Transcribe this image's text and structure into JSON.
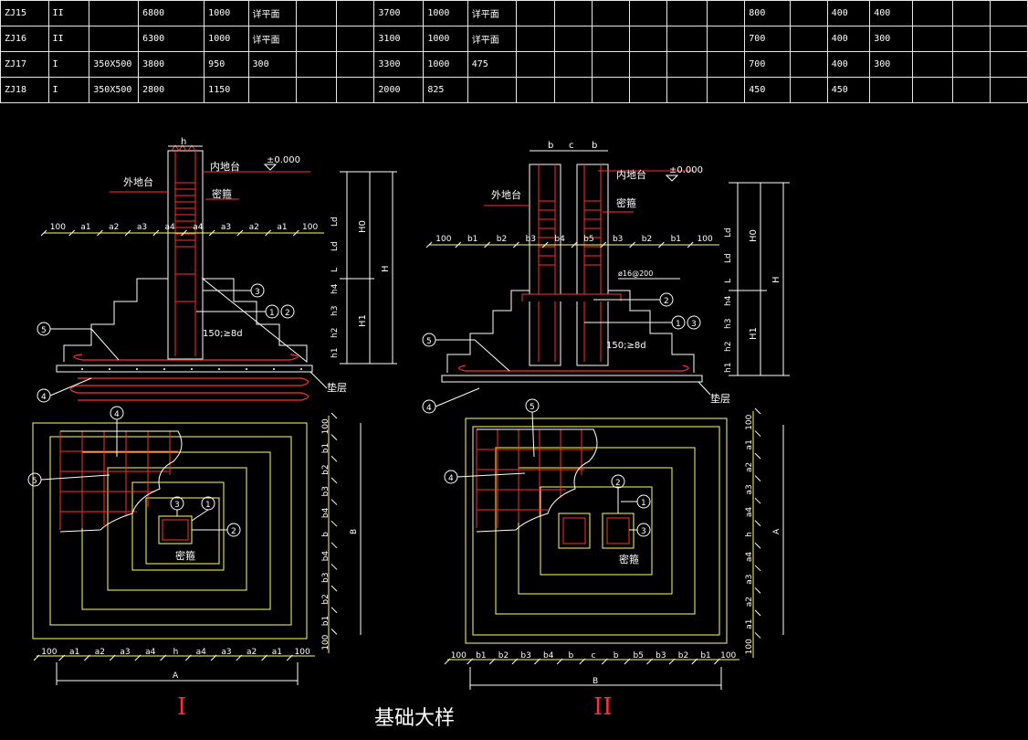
{
  "table": {
    "rows": [
      [
        "ZJ15",
        "II",
        "",
        "6800",
        "1000",
        "详平面",
        "",
        "",
        "3700",
        "1000",
        "详平面",
        "",
        "",
        "",
        "",
        "",
        "",
        "800",
        "",
        "400",
        "400",
        "",
        "",
        ""
      ],
      [
        "ZJ16",
        "II",
        "",
        "6300",
        "1000",
        "详平面",
        "",
        "",
        "3100",
        "1000",
        "详平面",
        "",
        "",
        "",
        "",
        "",
        "",
        "700",
        "",
        "400",
        "300",
        "",
        "",
        ""
      ],
      [
        "ZJ17",
        "I",
        "350X500",
        "3800",
        "950",
        "300",
        "",
        "",
        "3300",
        "1000",
        "475",
        "",
        "",
        "",
        "",
        "",
        "",
        "700",
        "",
        "400",
        "300",
        "",
        "",
        ""
      ],
      [
        "ZJ18",
        "I",
        "350X500",
        "2800",
        "1150",
        "",
        "",
        "",
        "2000",
        "825",
        "",
        "",
        "",
        "",
        "",
        "",
        "",
        "450",
        "",
        "450",
        "",
        "",
        "",
        ""
      ]
    ]
  },
  "labels": {
    "inner_floor": "内地台",
    "outer_floor": "外地台",
    "level": "±0.000",
    "stirrup_dense": "密箍",
    "cushion": "垫层",
    "anchor": "150;≥8d",
    "rebar_spec": "ø16@200",
    "title": "基础大样"
  },
  "detail_i": {
    "roman": "I",
    "h": "h",
    "dim_a": "A",
    "dim_b": "B",
    "top_dims": [
      "100",
      "a1",
      "a2",
      "a3",
      "a4",
      "a4",
      "a3",
      "a2",
      "a1",
      "100"
    ],
    "bottom_dims": [
      "100",
      "a1",
      "a2",
      "a3",
      "a4",
      "h",
      "a4",
      "a3",
      "a2",
      "a1",
      "100"
    ],
    "right_dims": [
      "100",
      "b1",
      "b2",
      "b3",
      "b4",
      "b",
      "b4",
      "b3",
      "b2",
      "b1",
      "100"
    ],
    "vert_dims": [
      "Ld",
      "Ld",
      "L",
      "h4",
      "h3",
      "h2",
      "h1"
    ],
    "H": "H",
    "H0": "H0",
    "H1": "H1",
    "callouts": [
      "1",
      "2",
      "3",
      "4",
      "5"
    ]
  },
  "detail_ii": {
    "roman": "II",
    "dim_a": "A",
    "dim_b": "B",
    "top_labels": [
      "b",
      "c",
      "b"
    ],
    "top_dims": [
      "100",
      "b1",
      "b2",
      "b3",
      "b4",
      "b5",
      "b3",
      "b2",
      "b1",
      "100"
    ],
    "bottom_dims": [
      "100",
      "b1",
      "b2",
      "b3",
      "b4",
      "b",
      "c",
      "b",
      "b5",
      "b3",
      "b2",
      "b1",
      "100"
    ],
    "right_dims": [
      "100",
      "a1",
      "a2",
      "a3",
      "a4",
      "h",
      "a4",
      "a3",
      "a2",
      "a1",
      "100"
    ],
    "vert_dims": [
      "Ld",
      "Ld",
      "L",
      "h4",
      "h3",
      "h2",
      "h1"
    ],
    "H": "H",
    "H0": "H0",
    "H1": "H1",
    "callouts": [
      "1",
      "2",
      "3",
      "4",
      "5"
    ]
  }
}
